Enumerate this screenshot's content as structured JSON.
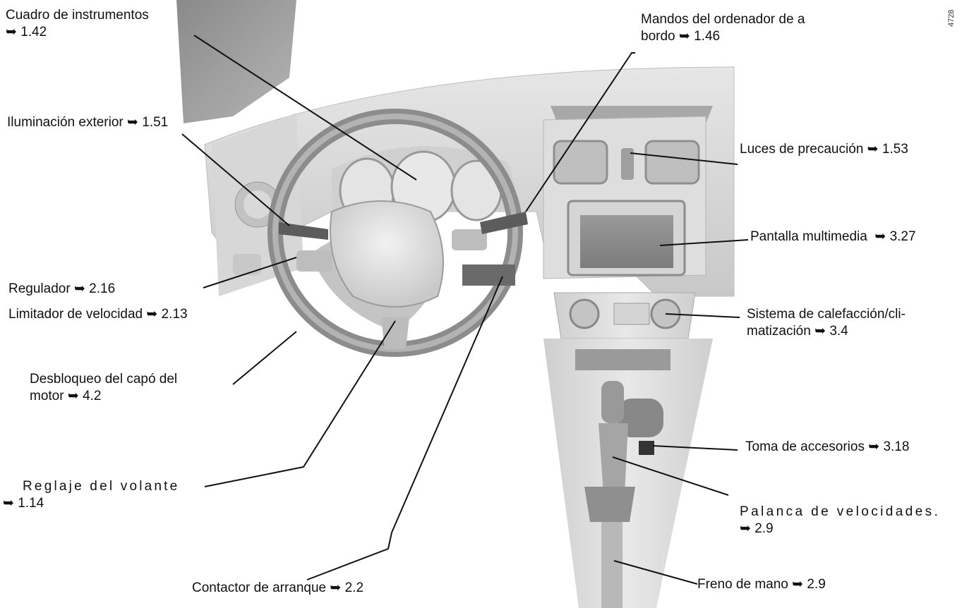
{
  "figure_code": "4728",
  "arrow_glyph": "➥",
  "labels": {
    "cuadro": {
      "text": "Cuadro de instrumentos",
      "ref": "1.42"
    },
    "mandos": {
      "line1": "Mandos del ordenador de a",
      "line2": "bordo",
      "ref": "1.46"
    },
    "iluminacion": {
      "text": "Iluminación exterior",
      "ref": "1.51"
    },
    "luces": {
      "text": "Luces de precaución",
      "ref": "1.53"
    },
    "pantalla": {
      "text": "Pantalla multimedia",
      "ref": "3.27"
    },
    "regulador": {
      "text": "Regulador",
      "ref": "2.16"
    },
    "limitador": {
      "text": "Limitador de velocidad",
      "ref": "2.13"
    },
    "sistema": {
      "line1": "Sistema de calefacción/cli-",
      "line2": "matización",
      "ref": "3.4"
    },
    "desbloqueo": {
      "line1": "Desbloqueo del capó del",
      "line2": "motor",
      "ref": "4.2"
    },
    "toma": {
      "text": "Toma de accesorios",
      "ref": "3.18"
    },
    "reglaje": {
      "line1": "Reglaje del volante",
      "ref": "1.14"
    },
    "palanca": {
      "line1": "Palanca de velocidades.",
      "ref": "2.9"
    },
    "freno": {
      "text": "Freno de mano",
      "ref": "2.9"
    },
    "contactor": {
      "text": "Contactor de arranque",
      "ref": "2.2"
    }
  }
}
